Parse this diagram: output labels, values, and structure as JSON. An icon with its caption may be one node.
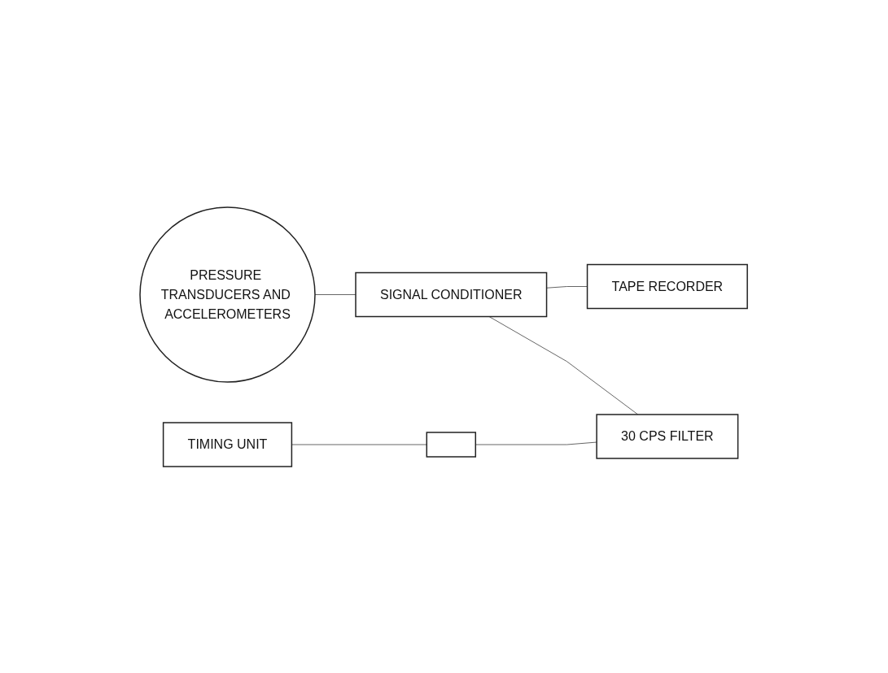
{
  "diagram": {
    "nodes": [
      {
        "text": [
          "PRESSURE TRANSDUCERS AND ACCELEROMETERS"
        ]
      },
      {
        "text": [
          "SIGNAL CONDITIONER"
        ]
      },
      {
        "text": [
          "TAPE RECORDER"
        ]
      },
      {
        "text": [
          "TIMING UNIT"
        ]
      },
      {
        "text": [],
        "shape": "box"
      },
      {
        "text": [
          "30 CPS FILTER"
        ]
      }
    ],
    "edges": [
      {
        "from": 0,
        "to": 1,
        "arrow": "none"
      },
      {
        "from": 1,
        "to": 2,
        "arrow": "none"
      },
      {
        "from": 1,
        "to": 5,
        "arrow": "none"
      },
      {
        "from": 3,
        "to": 4,
        "arrow": "none"
      },
      {
        "from": 4,
        "to": 5,
        "arrow": "none"
      }
    ]
  }
}
